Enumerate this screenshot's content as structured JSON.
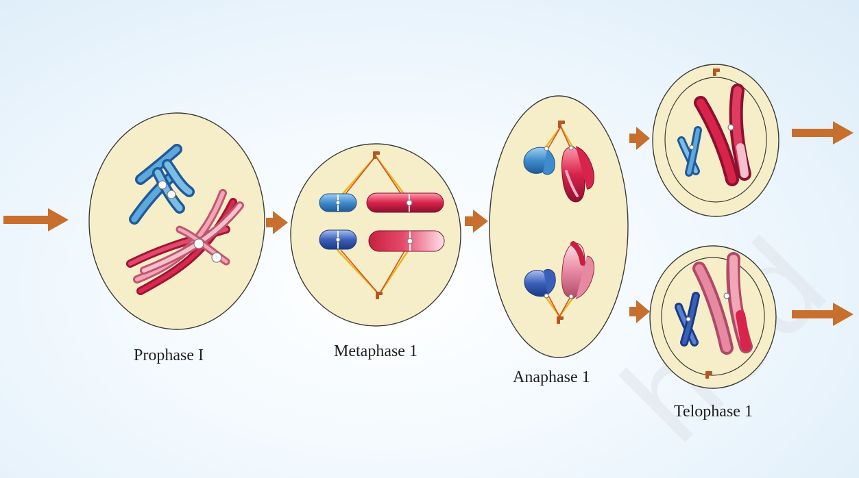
{
  "diagram": {
    "stages": [
      {
        "id": "prophase",
        "label": "Prophase I"
      },
      {
        "id": "metaphase",
        "label": "Metaphase 1"
      },
      {
        "id": "anaphase",
        "label": "Anaphase 1"
      },
      {
        "id": "telophase",
        "label": "Telophase 1"
      }
    ],
    "watermark": "hed",
    "colors": {
      "background": "#e6f2fb",
      "cell_fill": "#f6eec8",
      "cell_outline": "#3a3a3a",
      "arrow": "#c86f2e",
      "chromosome_blue": "#3f7fc0",
      "chromosome_red": "#d42a4a",
      "chromosome_pink": "#e888a0",
      "spindle_yellow": "#e7b81c",
      "centriole": "#b9561f"
    },
    "icons": [
      "right-arrow-icon",
      "centriole-icon"
    ]
  }
}
